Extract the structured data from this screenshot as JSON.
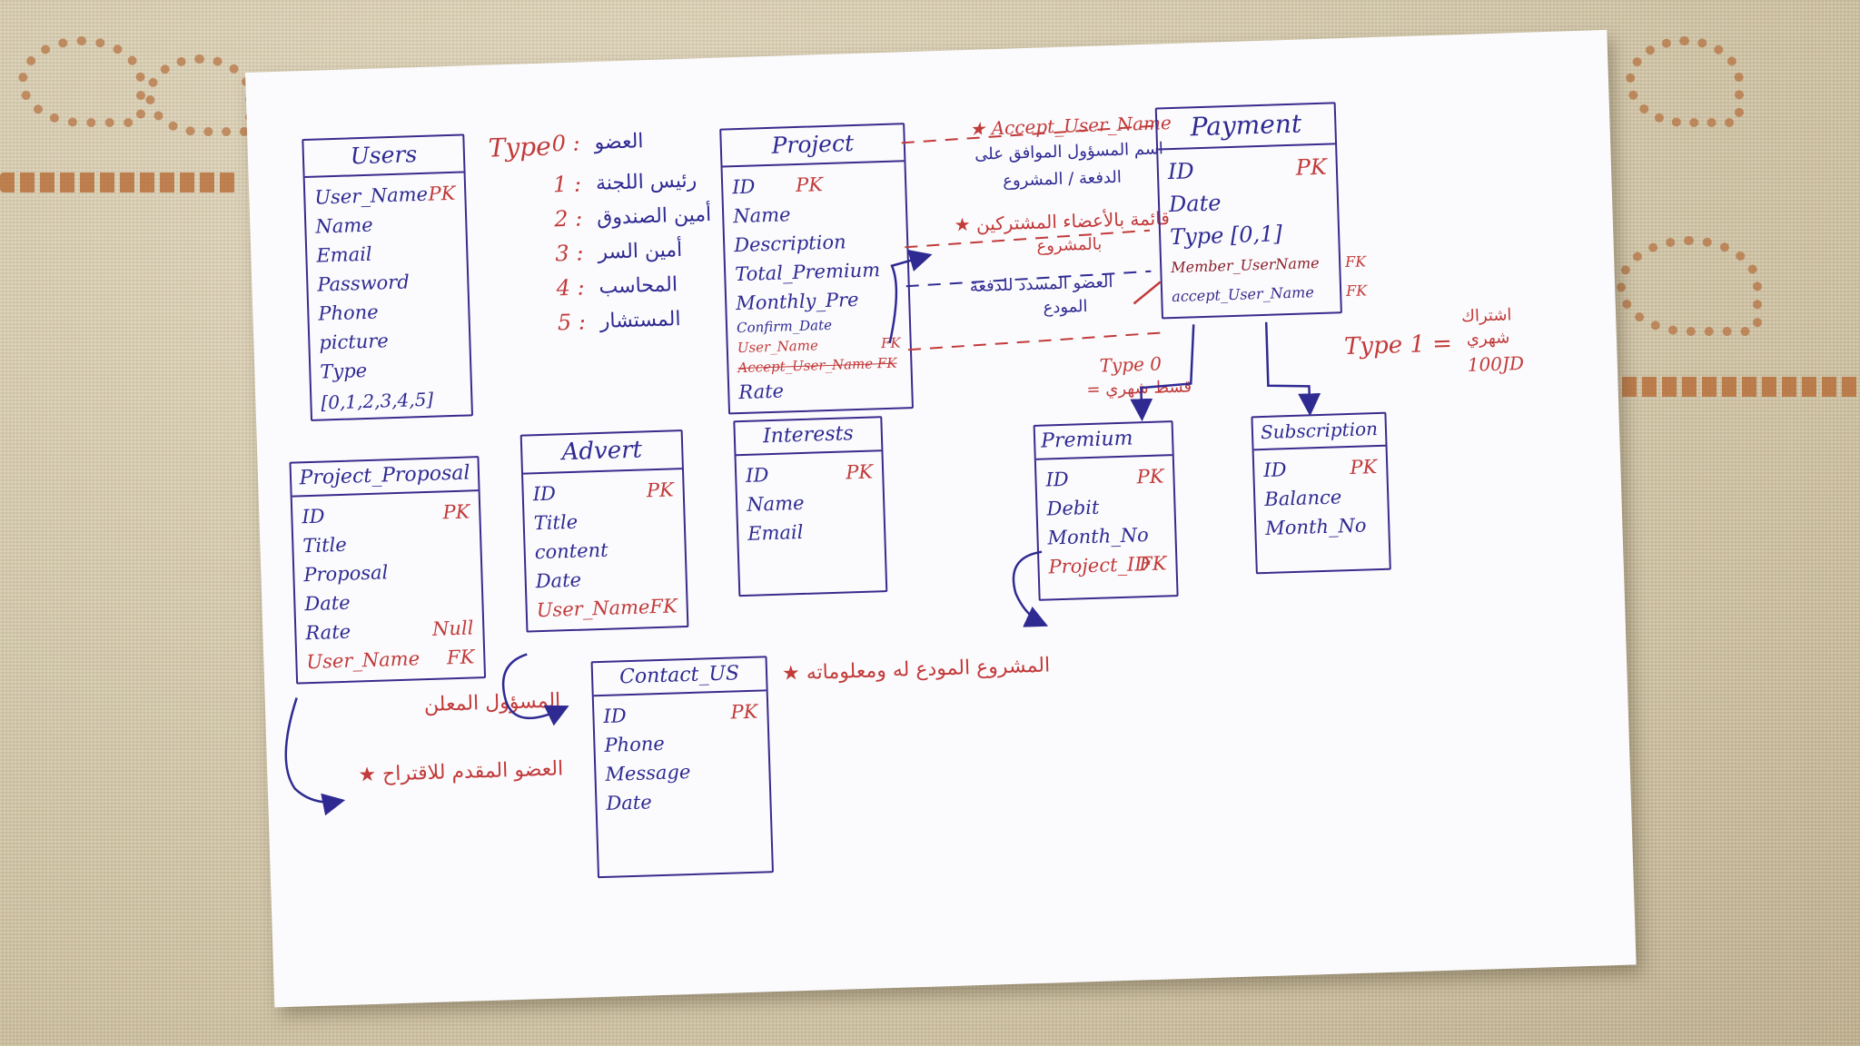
{
  "entities": {
    "users": {
      "title": "Users",
      "fields": [
        "User_Name",
        "Name",
        "Email",
        "Password",
        "Phone",
        "picture",
        "Type"
      ],
      "pk_label": "PK",
      "type_values": "[0,1,2,3,4,5]"
    },
    "project": {
      "title": "Project",
      "fields": [
        "ID",
        "Name",
        "Description",
        "Total_Premium",
        "Monthly_Pre",
        "Confirm_Date",
        "User_Name",
        "Accept_User_Name",
        "Rate"
      ],
      "pk_label": "PK",
      "fk_label": "FK",
      "fk2_label": "FK"
    },
    "payment": {
      "title": "Payment",
      "fields": [
        "ID",
        "Date",
        "Type [0,1]",
        "Member_UserName",
        "accept_User_Name"
      ],
      "pk_label": "PK",
      "fk_label": "FK",
      "fk2_label": "FK"
    },
    "project_proposal": {
      "title": "Project_Proposal",
      "fields": [
        "ID",
        "Title",
        "Proposal",
        "Date",
        "Rate",
        "User_Name"
      ],
      "pk_label": "PK",
      "null_label": "Null",
      "fk_label": "FK"
    },
    "advert": {
      "title": "Advert",
      "fields": [
        "ID",
        "Title",
        "content",
        "Date",
        "User_Name"
      ],
      "pk_label": "PK",
      "fk_label": "FK"
    },
    "interests": {
      "title": "Interests",
      "fields": [
        "ID",
        "Name",
        "Email"
      ],
      "pk_label": "PK"
    },
    "premium": {
      "title": "Premium",
      "fields": [
        "ID",
        "Debit",
        "Month_No",
        "Project_ID"
      ],
      "pk_label": "PK",
      "fk_label": "FK"
    },
    "subscription": {
      "title": "Subscription",
      "fields": [
        "ID",
        "Balance",
        "Month_No"
      ],
      "pk_label": "PK"
    },
    "contact_us": {
      "title": "Contact_US",
      "fields": [
        "ID",
        "Phone",
        "Message",
        "Date"
      ],
      "pk_label": "PK"
    }
  },
  "type_legend": {
    "heading": "Type",
    "rows": [
      {
        "num": "0 :",
        "label": "العضو"
      },
      {
        "num": "1 :",
        "label": "رئيس اللجنة"
      },
      {
        "num": "2 :",
        "label": "أمين الصندوق"
      },
      {
        "num": "3 :",
        "label": "أمين السر"
      },
      {
        "num": "4 :",
        "label": "المحاسب"
      },
      {
        "num": "5 :",
        "label": "المستشار"
      }
    ]
  },
  "notes": {
    "accept_user": "★ Accept_User_Name",
    "accept_user_desc_1": "اسم المسؤول الموافق على",
    "accept_user_desc_2": "الدفعة / المشروع",
    "members_list_1": "★ قائمة بالأعضاء المشتركين",
    "members_list_2": "بالمشروع",
    "payer_1": "العضو المسدد للدفعة",
    "payer_2": "المودع",
    "type0": "Type 0",
    "type0_ar": "= قسط شهري",
    "type1": "Type 1 =",
    "type1_ar_1": "اشتراك",
    "type1_ar_2": "شهري",
    "type1_amount": "100JD",
    "advert_owner": "المسؤول المعلن",
    "proposal_owner": "★ العضو المقدم للاقتراح",
    "deposit_project": "★ المشروع المودع له ومعلوماته"
  }
}
